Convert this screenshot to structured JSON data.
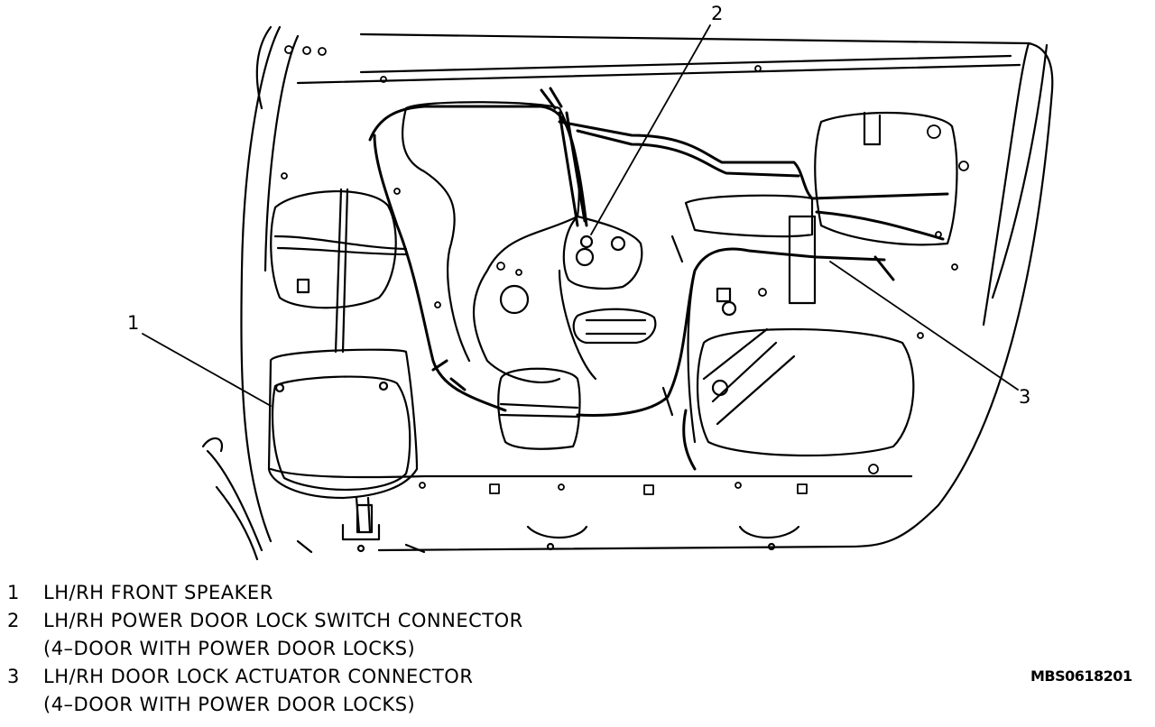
{
  "callouts": {
    "c1": "1",
    "c2": "2",
    "c3": "3"
  },
  "legend": [
    {
      "num": "1",
      "text": "LH/RH FRONT SPEAKER"
    },
    {
      "num": "2",
      "text": "LH/RH POWER DOOR LOCK SWITCH CONNECTOR"
    },
    {
      "num": "",
      "text": "(4–DOOR WITH POWER DOOR LOCKS)"
    },
    {
      "num": "3",
      "text": "LH/RH DOOR LOCK ACTUATOR CONNECTOR"
    },
    {
      "num": "",
      "text": "(4–DOOR WITH POWER DOOR LOCKS)"
    }
  ],
  "figure_code": "MBS0618201"
}
